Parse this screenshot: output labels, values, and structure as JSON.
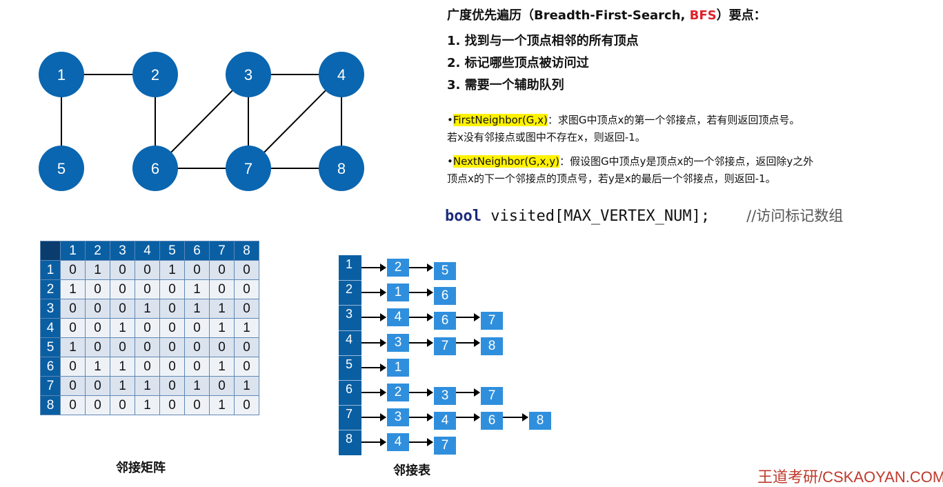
{
  "graph": {
    "nodes": [
      "1",
      "2",
      "3",
      "4",
      "5",
      "6",
      "7",
      "8"
    ],
    "edges": [
      [
        "1",
        "2"
      ],
      [
        "1",
        "5"
      ],
      [
        "2",
        "6"
      ],
      [
        "3",
        "4"
      ],
      [
        "3",
        "6"
      ],
      [
        "3",
        "7"
      ],
      [
        "4",
        "7"
      ],
      [
        "4",
        "8"
      ],
      [
        "6",
        "7"
      ],
      [
        "7",
        "8"
      ]
    ],
    "node_color": "#0a66b0",
    "edge_color": "#000000"
  },
  "heading": {
    "prefix": "广度优先遍历（Breadth-First-Search, ",
    "abbr": "BFS",
    "suffix": "）要点："
  },
  "points": [
    "1.  找到与一个顶点相邻的所有顶点",
    "2.  标记哪些顶点被访问过",
    "3.  需要一个辅助队列"
  ],
  "desc": {
    "first_neighbor": {
      "func": "FirstNeighbor(G,x)",
      "line1": "：求图G中顶点x的第一个邻接点，若有则返回顶点号。",
      "line2": "若x没有邻接点或图中不存在x，则返回-1。"
    },
    "next_neighbor": {
      "func": "NextNeighbor(G,x,y)",
      "line1": "：假设图G中顶点y是顶点x的一个邻接点，返回除y之外",
      "line2": "顶点x的下一个邻接点的顶点号，若y是x的最后一个邻接点，则返回-1。"
    }
  },
  "code": {
    "keyword": "bool",
    "decl": " visited[MAX_VERTEX_NUM];",
    "comment": "//访问标记数组"
  },
  "matrix": {
    "headers": [
      "1",
      "2",
      "3",
      "4",
      "5",
      "6",
      "7",
      "8"
    ],
    "rows": [
      [
        "0",
        "1",
        "0",
        "0",
        "1",
        "0",
        "0",
        "0"
      ],
      [
        "1",
        "0",
        "0",
        "0",
        "0",
        "1",
        "0",
        "0"
      ],
      [
        "0",
        "0",
        "0",
        "1",
        "0",
        "1",
        "1",
        "0"
      ],
      [
        "0",
        "0",
        "1",
        "0",
        "0",
        "0",
        "1",
        "1"
      ],
      [
        "1",
        "0",
        "0",
        "0",
        "0",
        "0",
        "0",
        "0"
      ],
      [
        "0",
        "1",
        "1",
        "0",
        "0",
        "0",
        "1",
        "0"
      ],
      [
        "0",
        "0",
        "1",
        "1",
        "0",
        "1",
        "0",
        "1"
      ],
      [
        "0",
        "0",
        "0",
        "1",
        "0",
        "0",
        "1",
        "0"
      ]
    ],
    "caption": "邻接矩阵"
  },
  "adjlist": {
    "vertices": [
      "1",
      "2",
      "3",
      "4",
      "5",
      "6",
      "7",
      "8"
    ],
    "lists": [
      [
        "2",
        "5"
      ],
      [
        "1",
        "6"
      ],
      [
        "4",
        "6",
        "7"
      ],
      [
        "3",
        "7",
        "8"
      ],
      [
        "1"
      ],
      [
        "2",
        "3",
        "7"
      ],
      [
        "3",
        "4",
        "6",
        "8"
      ],
      [
        "4",
        "7"
      ]
    ],
    "caption": "邻接表"
  },
  "brand": "王道考研/CSKAOYAN.COM"
}
